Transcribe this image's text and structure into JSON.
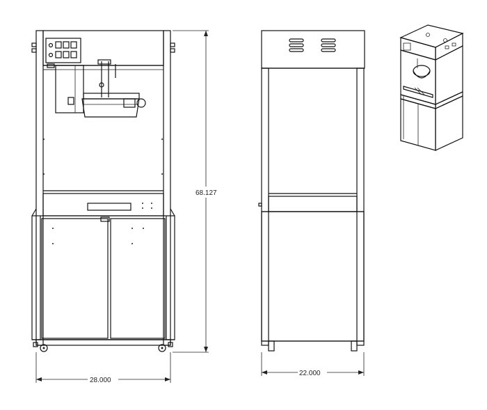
{
  "dimensions": {
    "width_front": "28.000",
    "height": "68.127",
    "depth_side": "22.000"
  }
}
